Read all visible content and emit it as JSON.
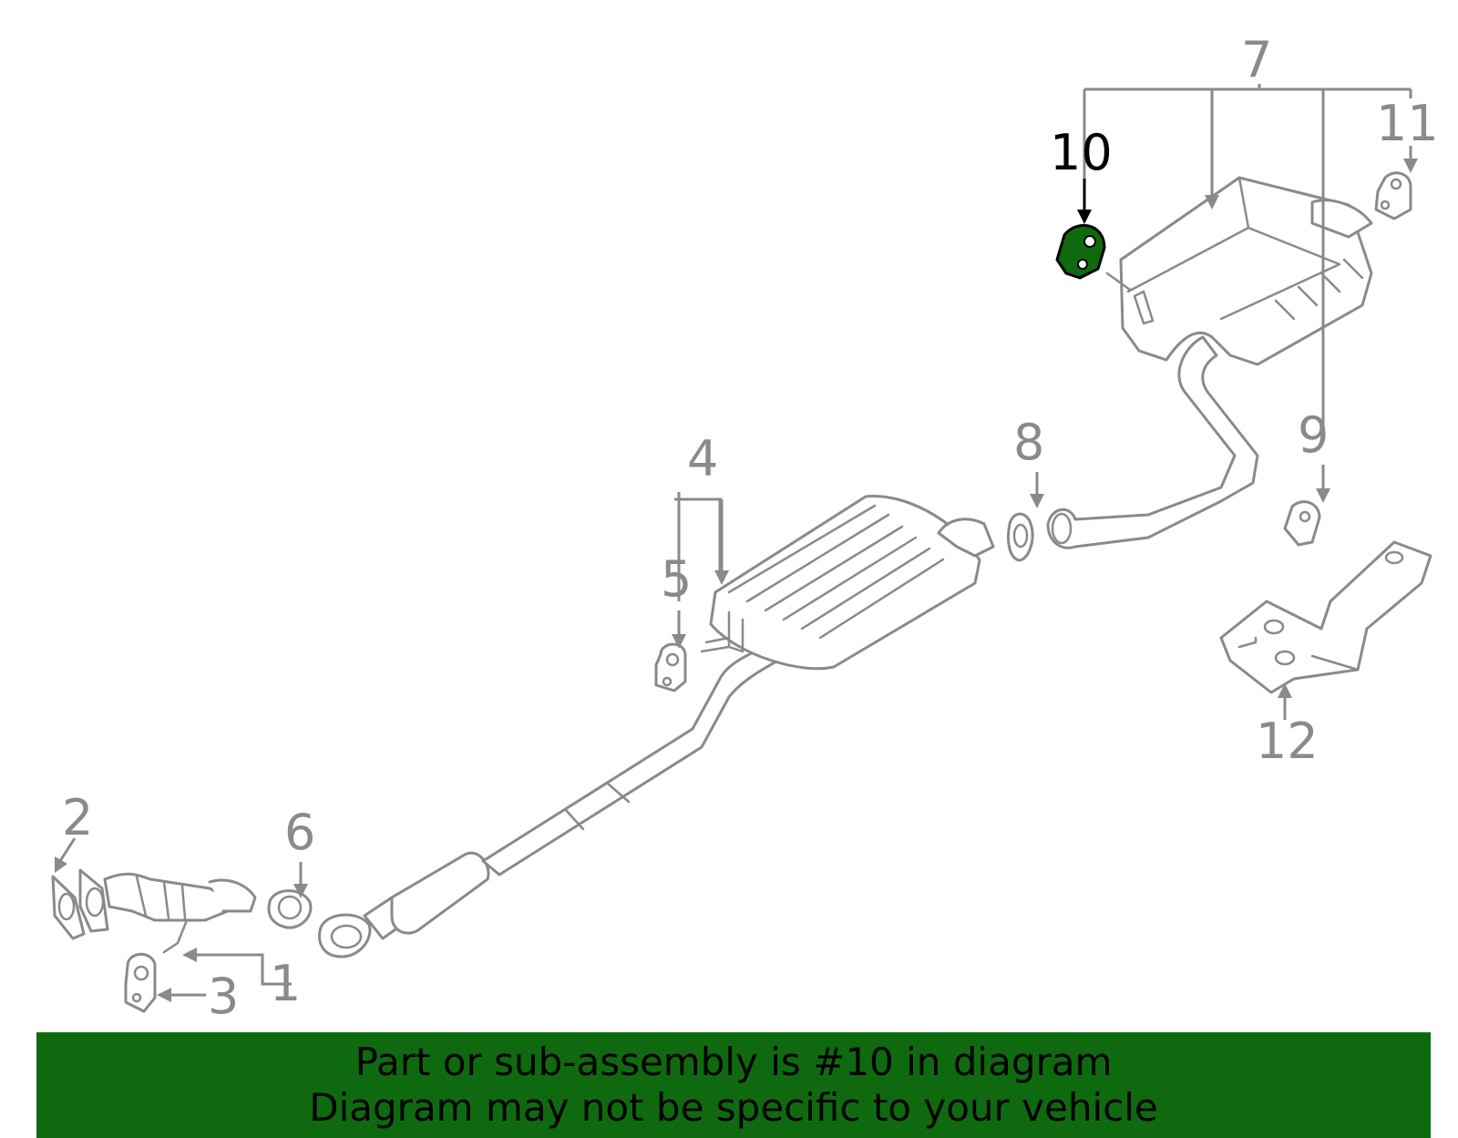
{
  "diagram": {
    "highlight_color": "#0f6a0f",
    "callouts": {
      "c1": "1",
      "c2": "2",
      "c3": "3",
      "c4": "4",
      "c5": "5",
      "c6": "6",
      "c7": "7",
      "c8": "8",
      "c9": "9",
      "c10": "10",
      "c11": "11",
      "c12": "12"
    },
    "highlighted_part": "10"
  },
  "banner": {
    "line1": "Part or sub-assembly is #10 in diagram",
    "line2": "Diagram may not be specific to your vehicle",
    "background": "#0f6a0f"
  }
}
